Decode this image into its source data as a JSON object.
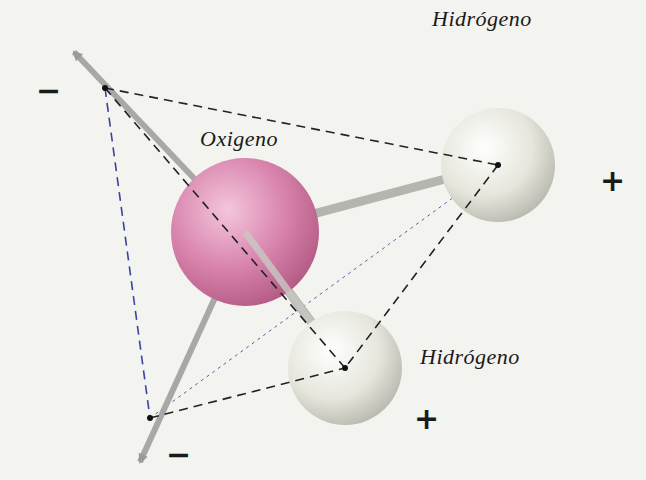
{
  "diagram": {
    "labels": [
      "−",
      "Oxigeno",
      "Hidrógeno",
      "+",
      "Hidrógeno",
      "+",
      "−"
    ]
  }
}
